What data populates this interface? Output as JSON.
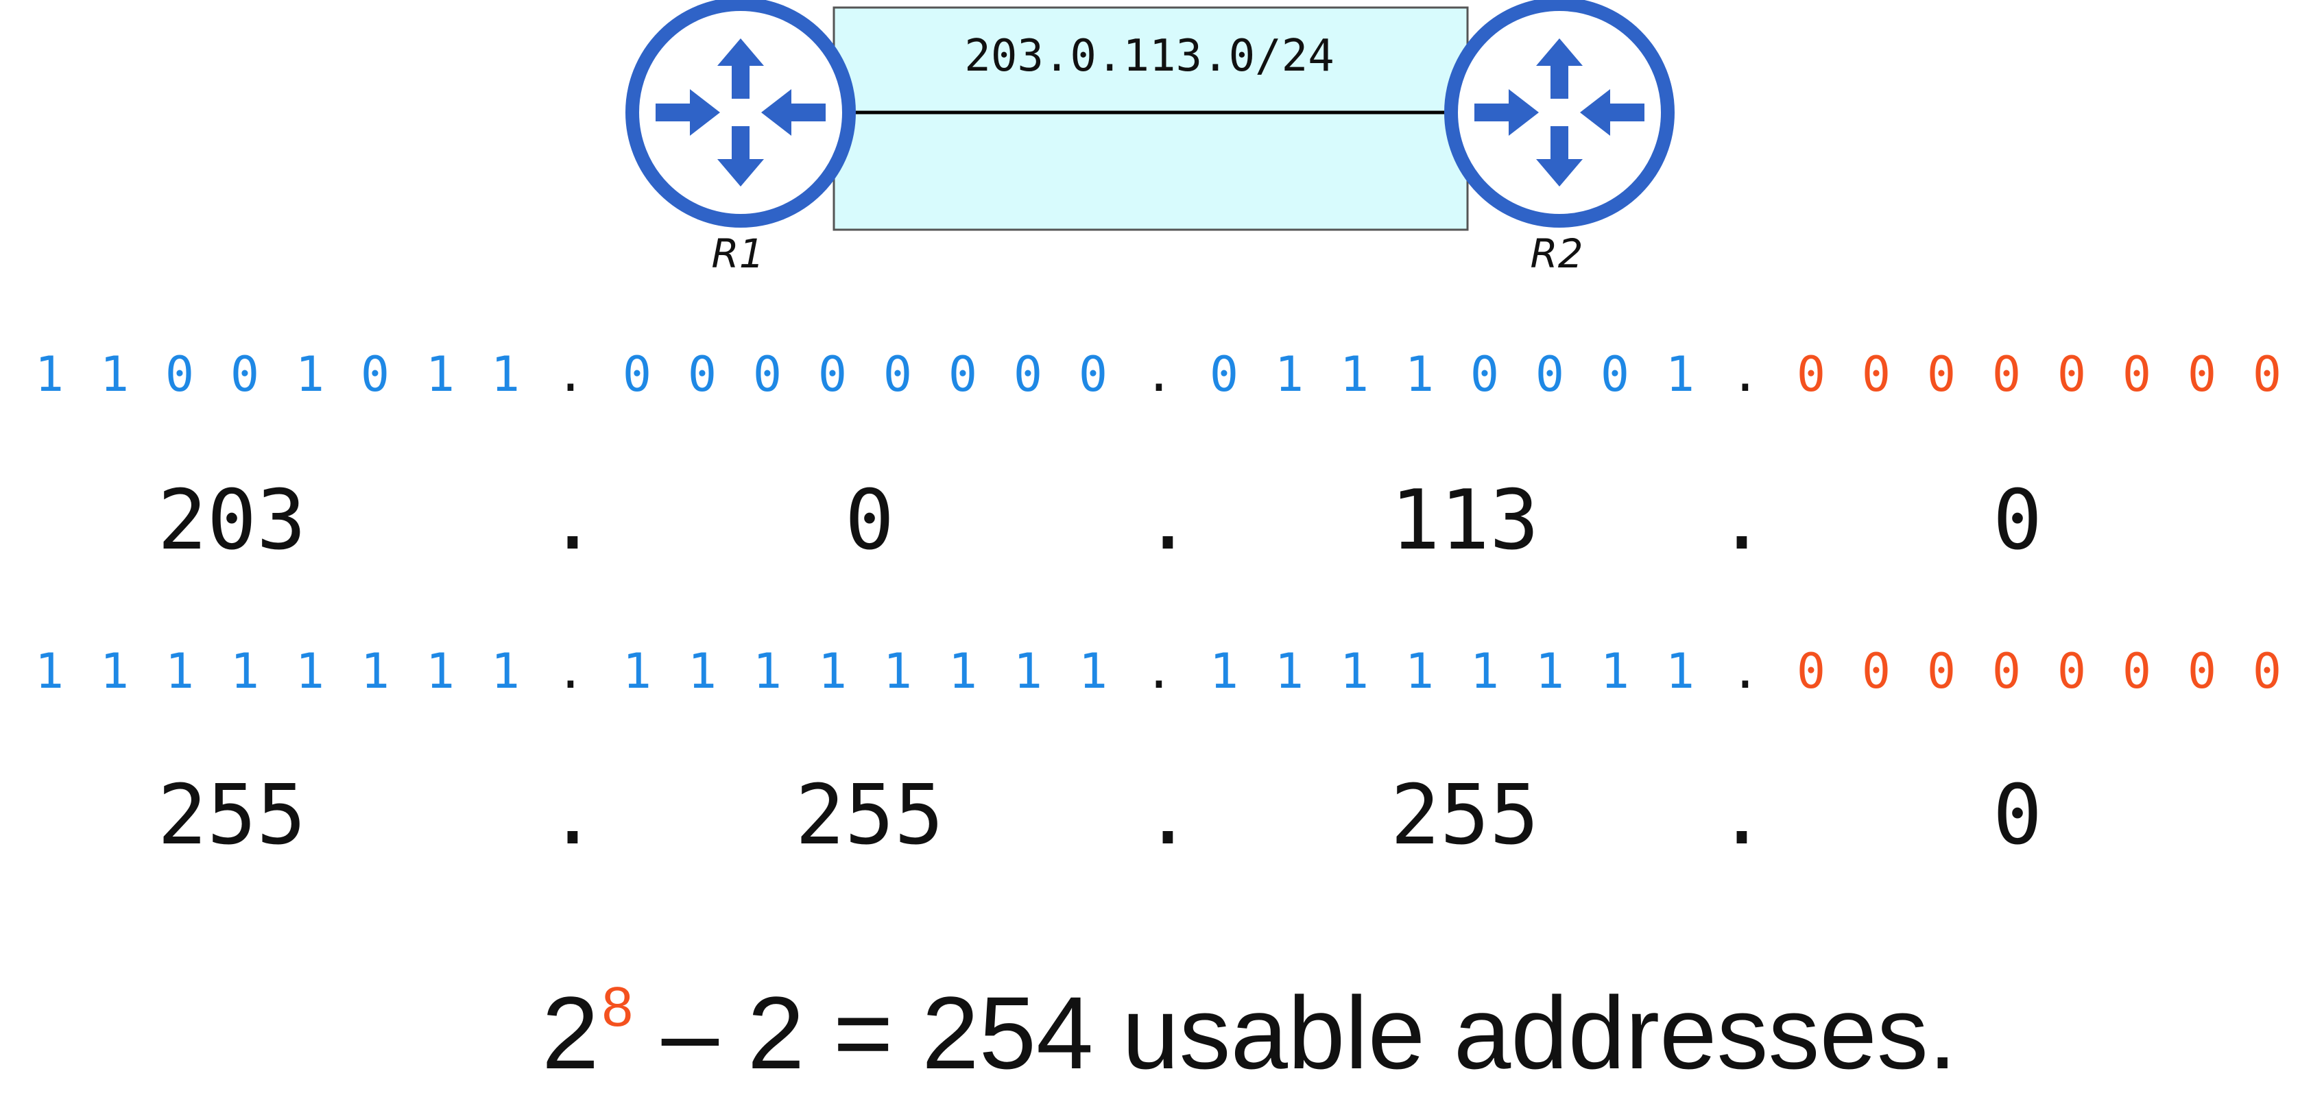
{
  "topology": {
    "network_label": "203.0.113.0/24",
    "routers": [
      {
        "label": "R1"
      },
      {
        "label": "R2"
      }
    ],
    "colors": {
      "router": "#2f63c7",
      "network_fill": "#d8fbfd",
      "network_border": "#555555",
      "link": "#000000"
    }
  },
  "address": {
    "binary": [
      [
        "1",
        "1",
        "0",
        "0",
        "1",
        "0",
        "1",
        "1"
      ],
      [
        "0",
        "0",
        "0",
        "0",
        "0",
        "0",
        "0",
        "0"
      ],
      [
        "0",
        "1",
        "1",
        "1",
        "0",
        "0",
        "0",
        "1"
      ],
      [
        "0",
        "0",
        "0",
        "0",
        "0",
        "0",
        "0",
        "0"
      ]
    ],
    "decimal": [
      "203",
      "0",
      "113",
      "0"
    ]
  },
  "mask": {
    "binary": [
      [
        "1",
        "1",
        "1",
        "1",
        "1",
        "1",
        "1",
        "1"
      ],
      [
        "1",
        "1",
        "1",
        "1",
        "1",
        "1",
        "1",
        "1"
      ],
      [
        "1",
        "1",
        "1",
        "1",
        "1",
        "1",
        "1",
        "1"
      ],
      [
        "0",
        "0",
        "0",
        "0",
        "0",
        "0",
        "0",
        "0"
      ]
    ],
    "decimal": [
      "255",
      "255",
      "255",
      "0"
    ]
  },
  "separator": ".",
  "colors": {
    "network_bits": "#1e88e5",
    "host_bits": "#f4511e",
    "text": "#111111"
  },
  "formula": {
    "base": "2",
    "exponent": "8",
    "rest": " – 2 = 254 usable addresses."
  }
}
